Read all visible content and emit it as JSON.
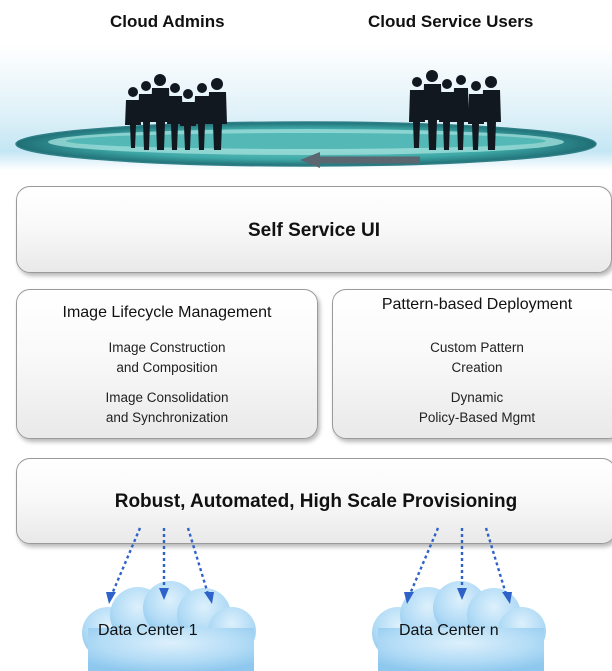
{
  "actors": {
    "admins_label": "Cloud Admins",
    "users_label": "Cloud Service Users"
  },
  "layers": {
    "self_service_ui": "Self Service UI",
    "image_lifecycle": {
      "title": "Image Lifecycle Management",
      "items": [
        [
          "Image Construction",
          "and Composition"
        ],
        [
          "Image Consolidation",
          "and Synchronization"
        ]
      ]
    },
    "pattern_deployment": {
      "title": "Pattern-based Deployment",
      "items": [
        [
          "Custom Pattern",
          "Creation"
        ],
        [
          "Dynamic",
          "Policy-Based Mgmt"
        ]
      ]
    },
    "provisioning": "Robust, Automated, High Scale Provisioning"
  },
  "data_centers": [
    "Data Center 1",
    "Data Center n"
  ],
  "colors": {
    "cloud_fill": "#a8d4f2",
    "arrow": "#2e62c9",
    "ellipse": "#4fb7b5",
    "box_border": "#9a9a9a"
  }
}
